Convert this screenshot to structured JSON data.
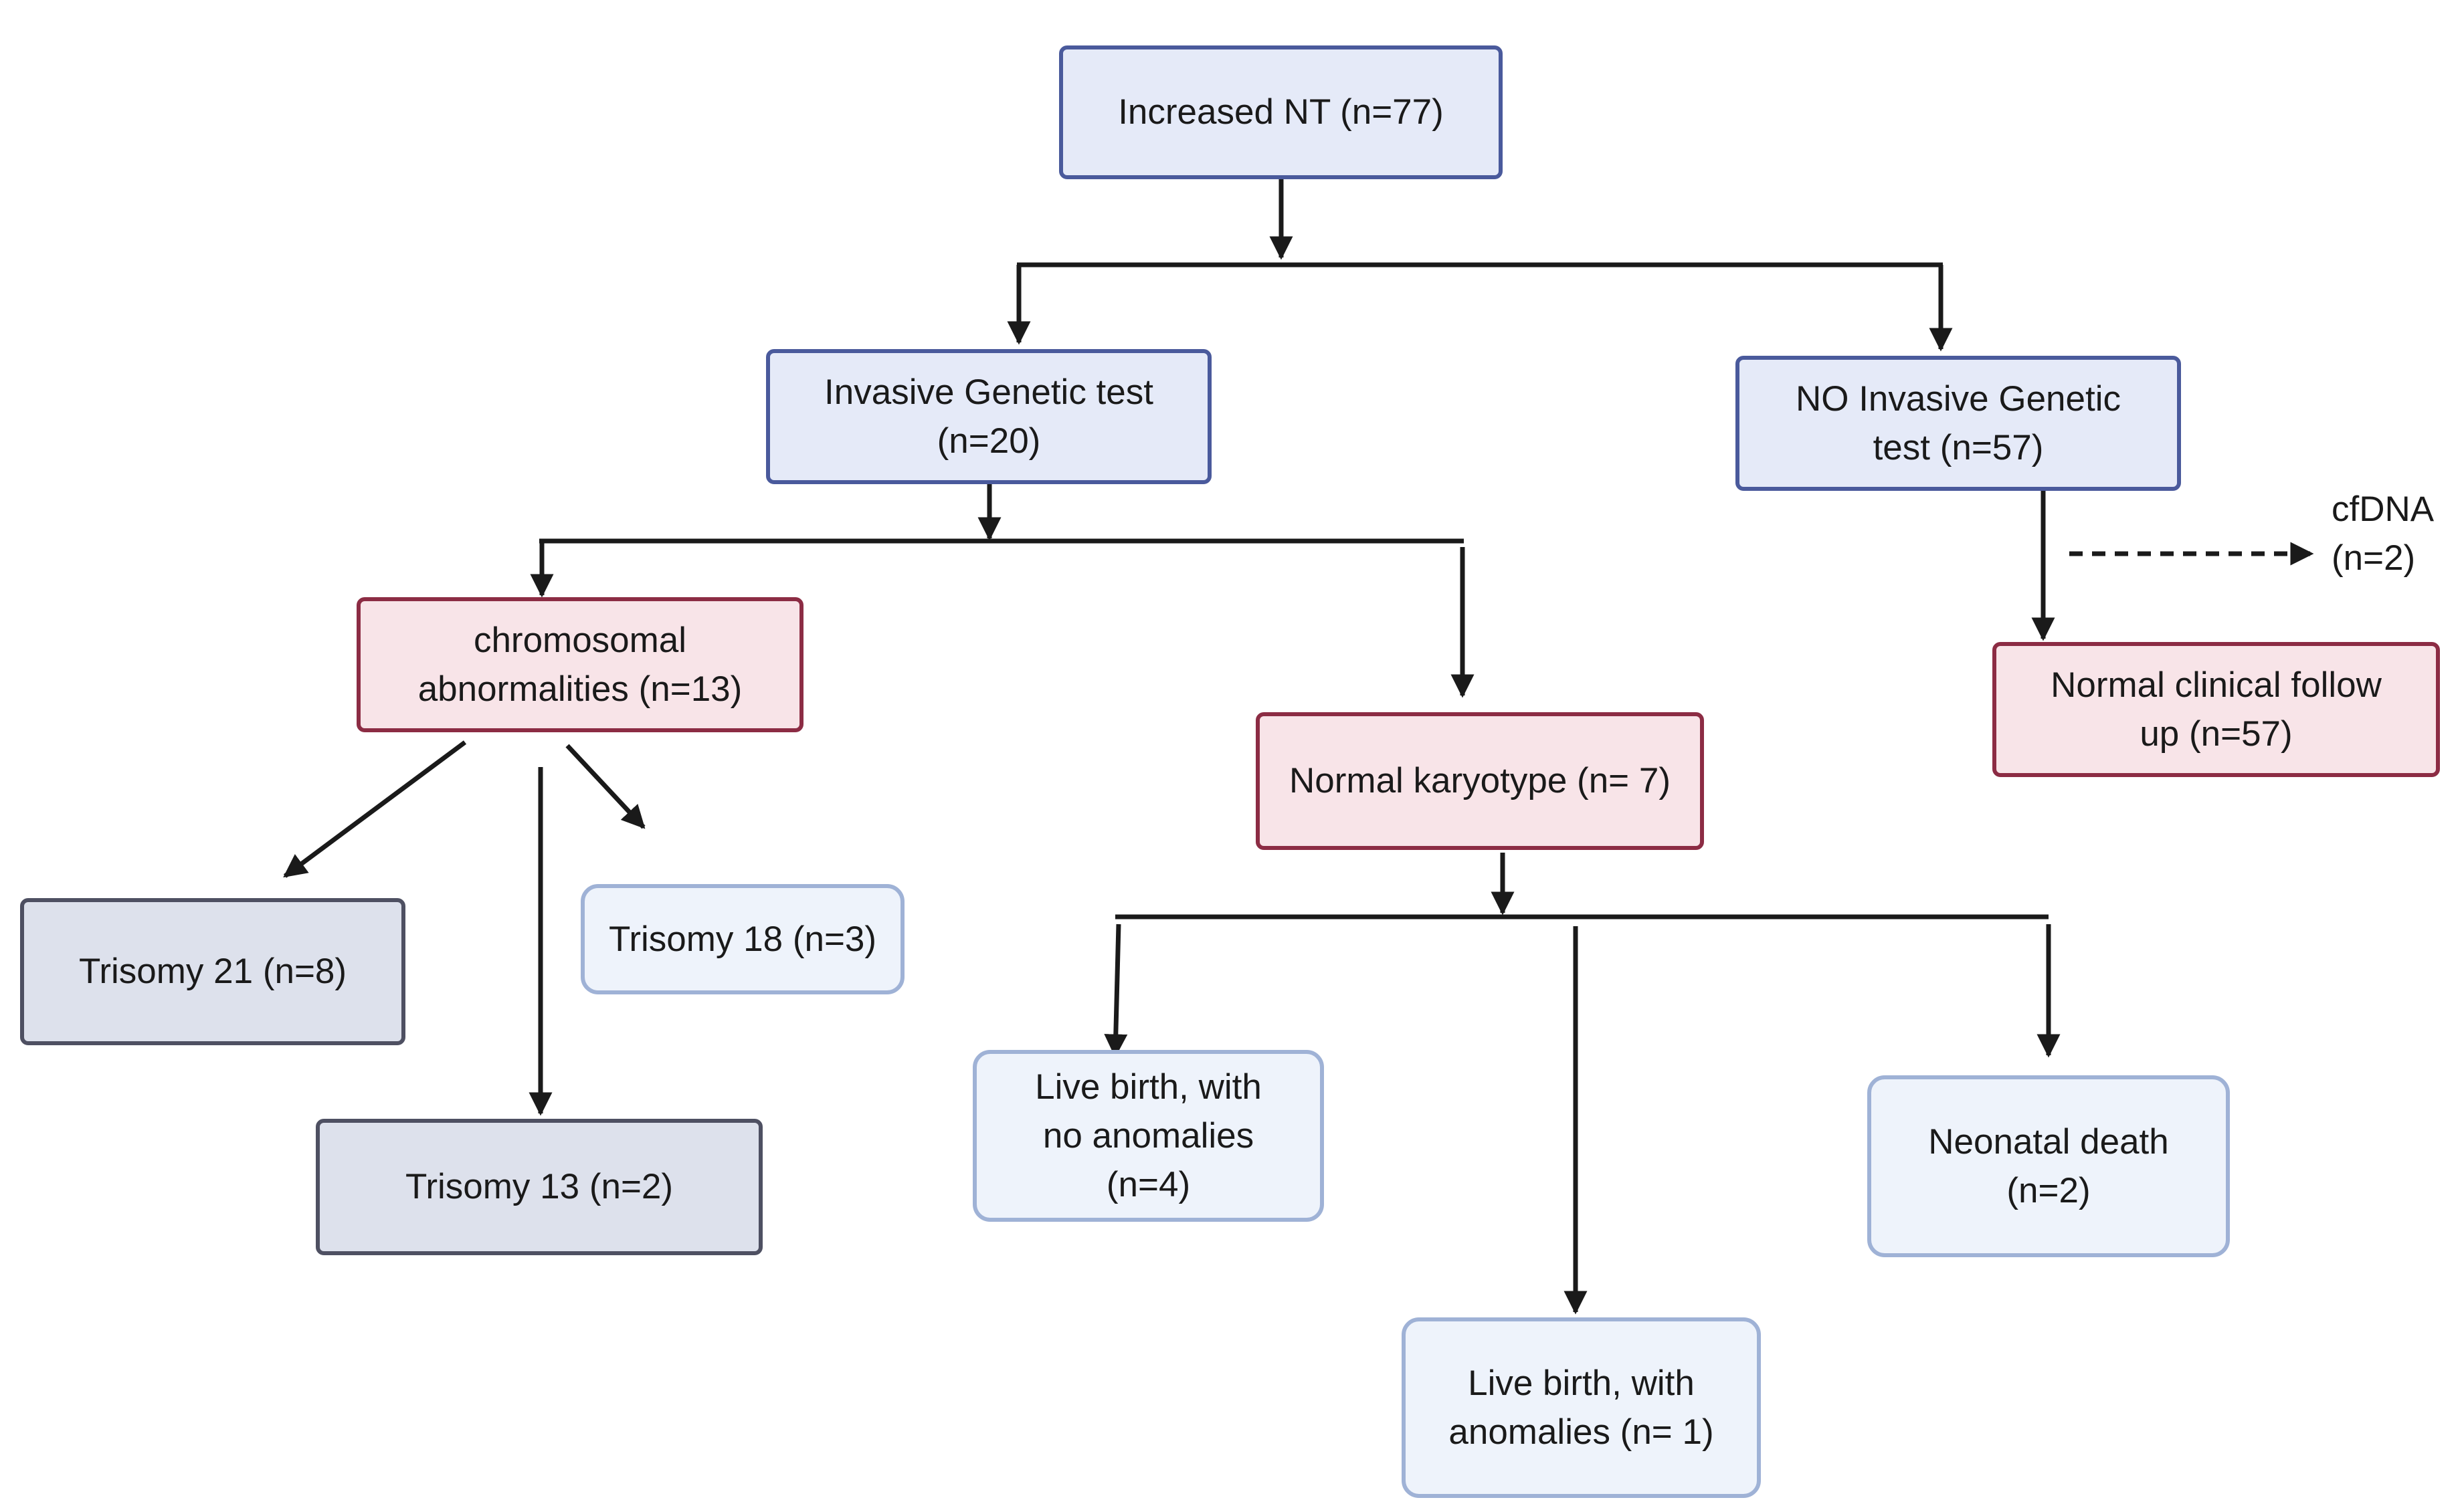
{
  "nodes": {
    "increased_nt": {
      "text": "Increased NT (n=77)"
    },
    "invasive": {
      "line1": "Invasive Genetic test",
      "line2": "(n=20)"
    },
    "no_invasive": {
      "line1": "NO Invasive Genetic",
      "line2": "test (n=57)"
    },
    "chromosomal": {
      "line1": "chromosomal",
      "line2": "abnormalities (n=13)"
    },
    "normal_karyotype": {
      "text": "Normal karyotype (n= 7)"
    },
    "normal_followup": {
      "line1": "Normal clinical follow",
      "line2": "up (n=57)"
    },
    "cfdna": {
      "line1": "cfDNA",
      "line2": "(n=2)"
    },
    "trisomy21": {
      "text": "Trisomy 21 (n=8)"
    },
    "trisomy18": {
      "text": "Trisomy 18 (n=3)"
    },
    "trisomy13": {
      "text": "Trisomy 13 (n=2)"
    },
    "live_no_anomalies": {
      "line1": "Live birth, with",
      "line2": "no anomalies",
      "line3": "(n=4)"
    },
    "live_anomalies": {
      "line1": "Live birth, with",
      "line2": "anomalies (n= 1)"
    },
    "neonatal_death": {
      "line1": "Neonatal death",
      "line2": "(n=2)"
    }
  }
}
